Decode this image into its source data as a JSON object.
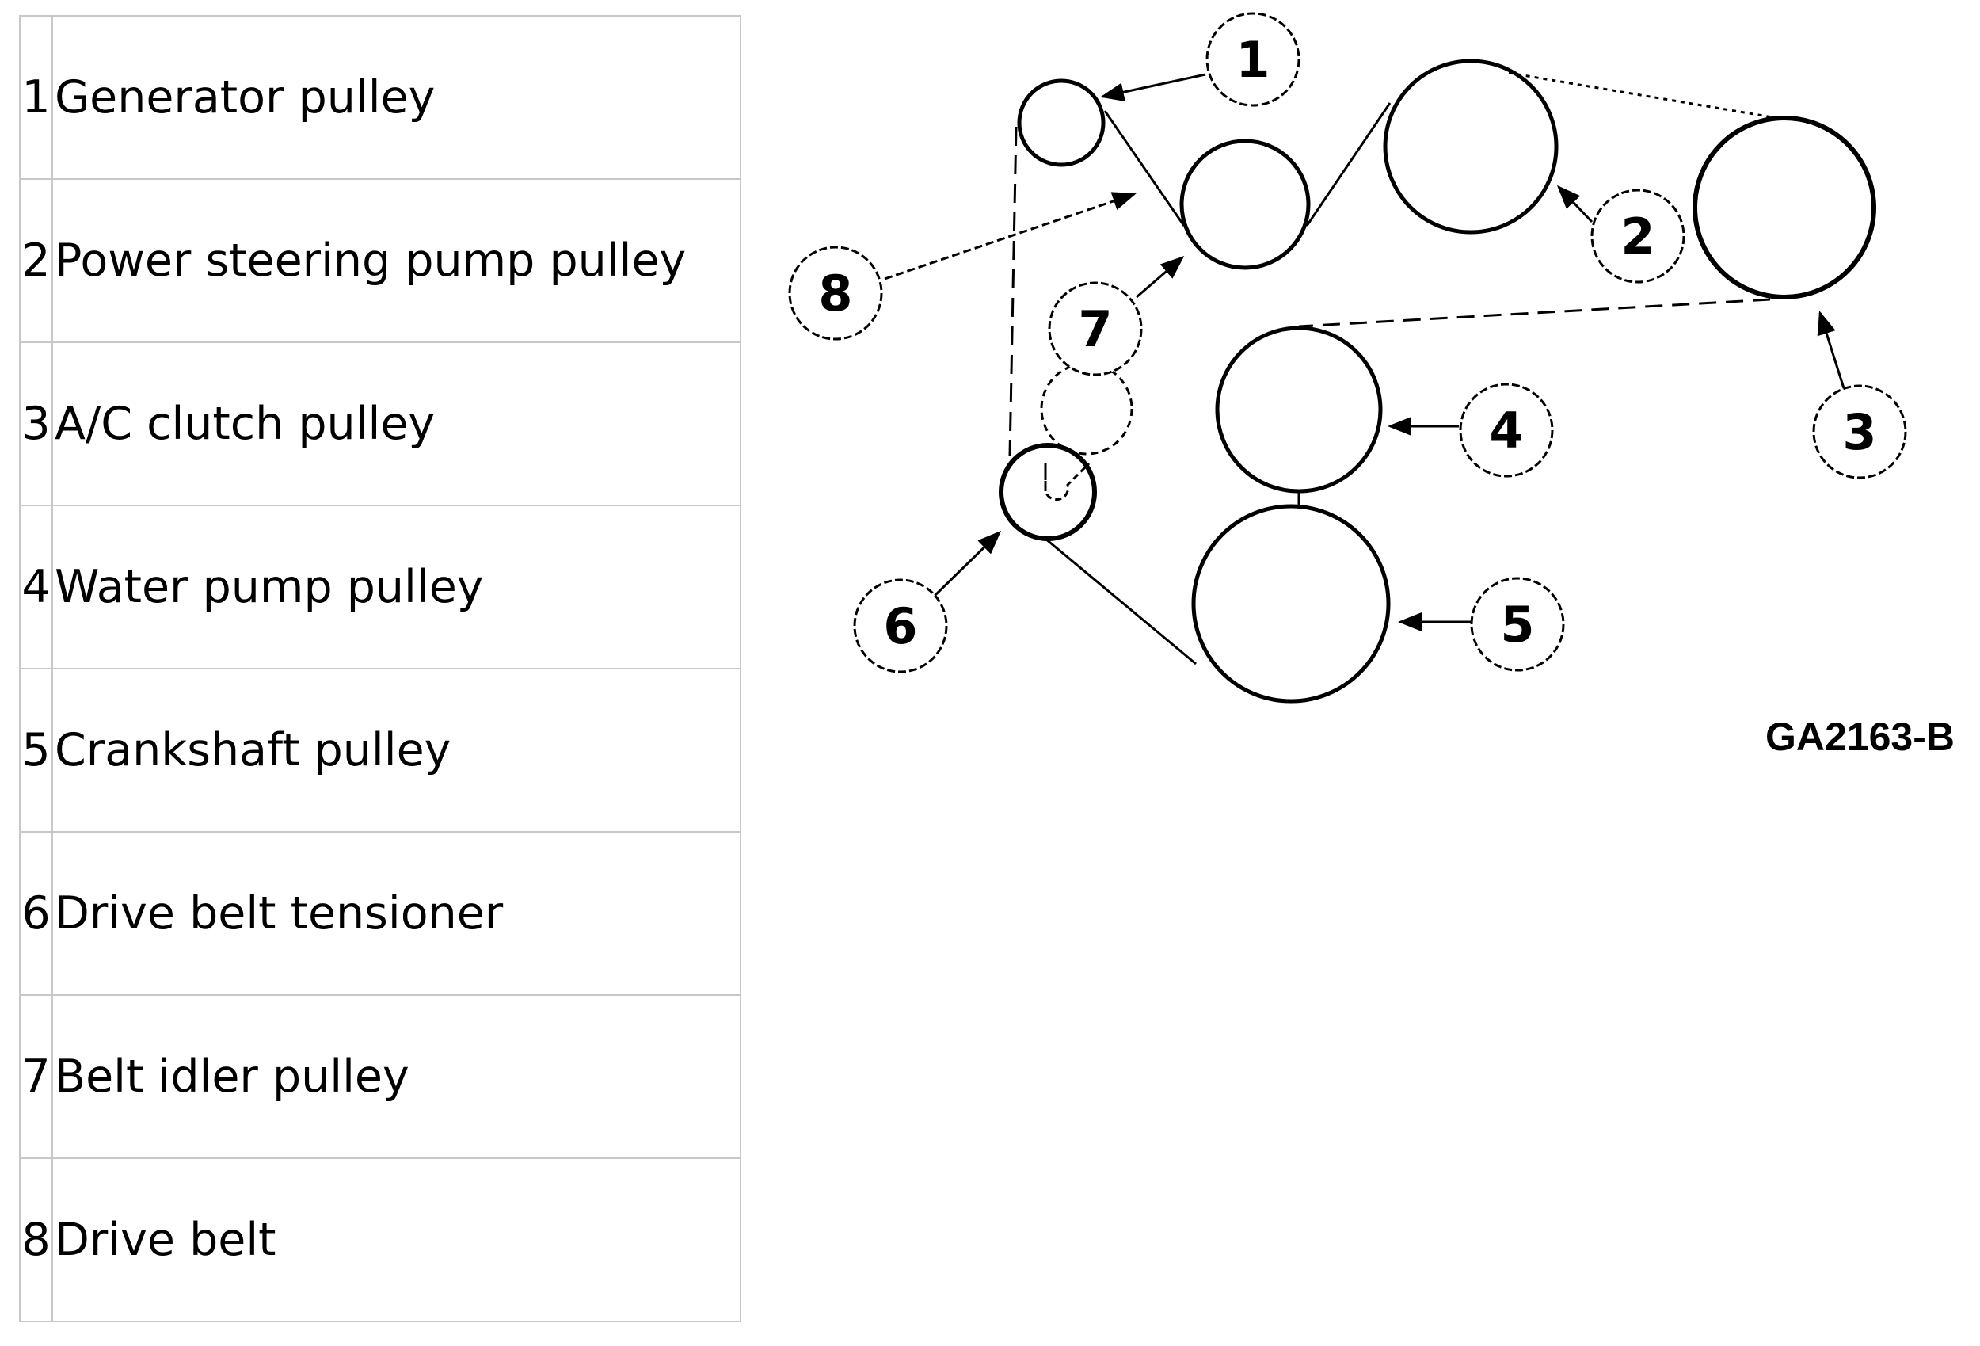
{
  "legend": {
    "rows": [
      {
        "number": "1",
        "label": "Generator pulley"
      },
      {
        "number": "2",
        "label": "Power steering pump pulley"
      },
      {
        "number": "3",
        "label": "A/C clutch pulley"
      },
      {
        "number": "4",
        "label": "Water pump pulley"
      },
      {
        "number": "5",
        "label": "Crankshaft pulley"
      },
      {
        "number": "6",
        "label": "Drive belt tensioner"
      },
      {
        "number": "7",
        "label": "Belt idler pulley"
      },
      {
        "number": "8",
        "label": "Drive belt"
      }
    ]
  },
  "diagram": {
    "callouts": [
      "1",
      "2",
      "3",
      "4",
      "5",
      "6",
      "7",
      "8"
    ],
    "figure_code": "GA2163-B"
  }
}
